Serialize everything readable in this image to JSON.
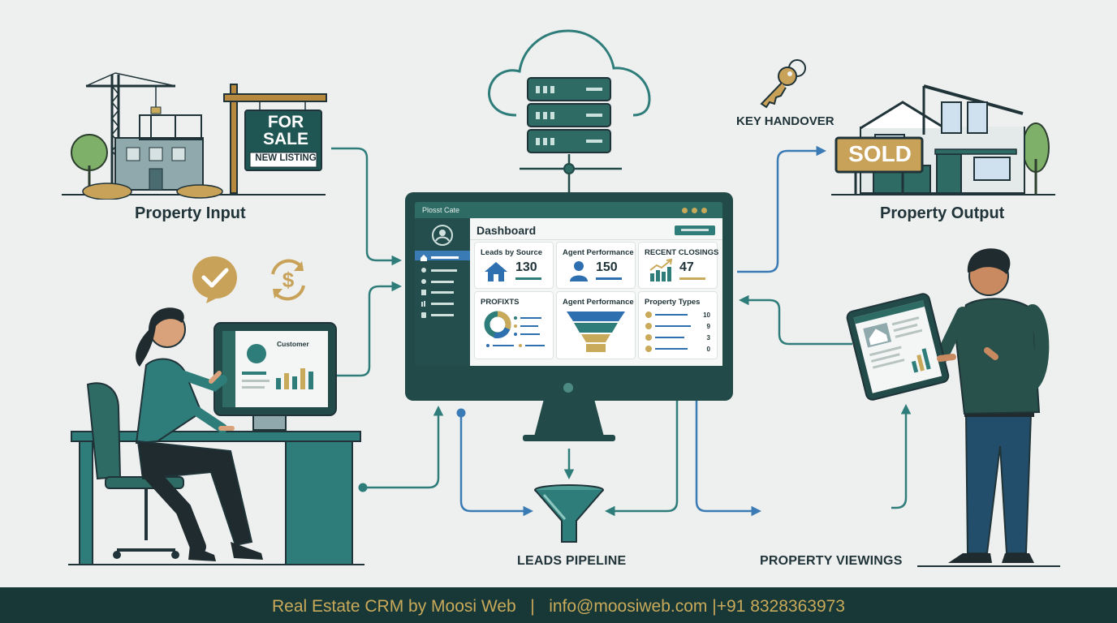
{
  "labels": {
    "property_input": "Property Input",
    "property_output": "Property Output",
    "key_handover": "KEY HANDOVER",
    "leads_pipeline": "LEADS PIPELINE",
    "property_viewings": "PROPERTY VIEWINGS"
  },
  "signs": {
    "for": "FOR",
    "sale": "SALE",
    "new_listing": "NEW LISTING",
    "sold": "SOLD"
  },
  "desk_monitor": {
    "customer": "Customer"
  },
  "crm": {
    "window_title": "Plosst Cate",
    "heading": "Dashboard",
    "cards": [
      {
        "title": "Leads by Source",
        "value": "130"
      },
      {
        "title": "Agent Performance",
        "value": "150"
      },
      {
        "title": "RECENT CLOSINGS",
        "value": "47"
      },
      {
        "title": "PROFIXTS"
      },
      {
        "title": "Agent Performance"
      },
      {
        "title": "Property Types",
        "values": [
          "10",
          "9",
          "3",
          "0"
        ]
      }
    ]
  },
  "footer": {
    "brand": "Real Estate CRM by Moosi Web",
    "separator": "|",
    "email": "info@moosiweb.com",
    "phone": "|+91 8328363973"
  },
  "colors": {
    "teal_dark": "#214a48",
    "teal": "#2e7d7a",
    "blue": "#3a7bb5",
    "gold": "#c9a95a",
    "background": "#eef0ef"
  }
}
